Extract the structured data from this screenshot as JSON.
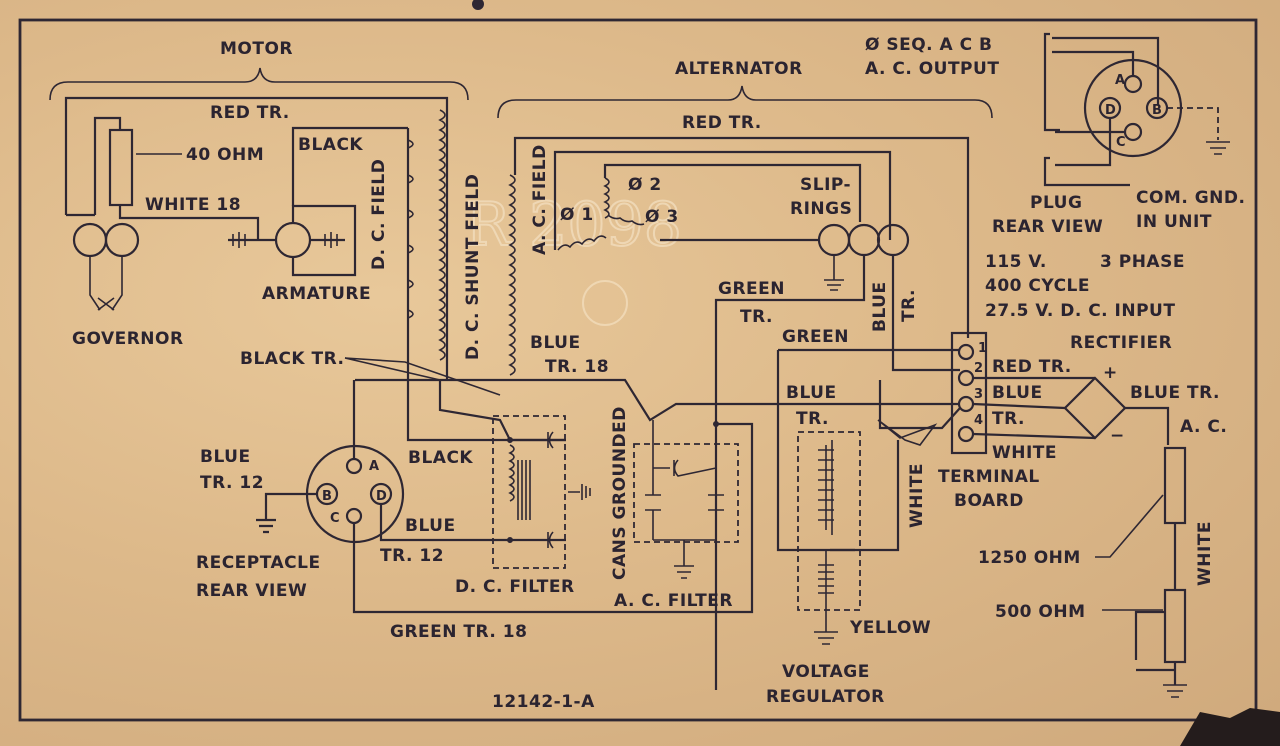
{
  "plate": {
    "part_number": "12142-1-A",
    "embossed_serial": "R 2098",
    "sections": {
      "motor": "MOTOR",
      "alternator": "ALTERNATOR"
    },
    "phase_info": {
      "sequence": "Ø SEQ. A C B",
      "output": "A. C. OUTPUT"
    },
    "ratings": {
      "voltage_phase": "115 V.",
      "phase": "3 PHASE",
      "frequency": "400 CYCLE",
      "input": "27.5 V. D. C. INPUT"
    },
    "motor_labels": {
      "red_tr": "RED TR.",
      "ohm40": "40 OHM",
      "black": "BLACK",
      "white18": "WHITE 18",
      "armature": "ARMATURE",
      "governor": "GOVERNOR",
      "dc_field": "D. C. FIELD",
      "dc_shunt_field": "D. C. SHUNT FIELD",
      "black_tr": "BLACK TR."
    },
    "alternator_labels": {
      "red_tr": "RED TR.",
      "ac_field": "A. C. FIELD",
      "phase1": "Ø 1",
      "phase2": "Ø 2",
      "phase3": "Ø 3",
      "slip": "SLIP-",
      "rings": "RINGS",
      "green": "GREEN",
      "tr": "TR.",
      "blue": "BLUE",
      "blue_tr18_a": "BLUE",
      "blue_tr18_b": "TR.  18",
      "green2": "GREEN",
      "blue2": "BLUE",
      "tr2": "TR."
    },
    "plug": {
      "title1": "PLUG",
      "title2": "REAR VIEW",
      "gnd1": "COM. GND.",
      "gnd2": "IN UNIT",
      "pins": [
        "A",
        "B",
        "C",
        "D"
      ]
    },
    "receptacle": {
      "title1": "RECEPTACLE",
      "title2": "REAR VIEW",
      "blue": "BLUE",
      "tr12": "TR.    12",
      "black": "BLACK",
      "blue2": "BLUE",
      "tr12b": "TR. 12",
      "pins": [
        "A",
        "B",
        "C",
        "D"
      ]
    },
    "filters": {
      "dc_filter": "D. C. FILTER",
      "ac_filter": "A. C. FILTER",
      "cans_grounded": "CANS GROUNDED",
      "green_tr18": "GREEN  TR.  18"
    },
    "terminal_board": {
      "title1": "TERMINAL",
      "title2": "BOARD",
      "terminals": [
        "1",
        "2",
        "3",
        "4"
      ],
      "red_tr": "RED TR.",
      "blue": "BLUE",
      "tr": "TR.",
      "white": "WHITE",
      "white_v": "WHITE"
    },
    "rectifier": {
      "title": "RECTIFIER",
      "plus": "+",
      "minus": "−",
      "blue_tr": "BLUE TR.",
      "ac": "A. C."
    },
    "regulator": {
      "yellow": "YELLOW",
      "title1": "VOLTAGE",
      "title2": "REGULATOR"
    },
    "resistors": {
      "r1250": "1250 OHM",
      "r500": "500 OHM",
      "white": "WHITE"
    }
  }
}
